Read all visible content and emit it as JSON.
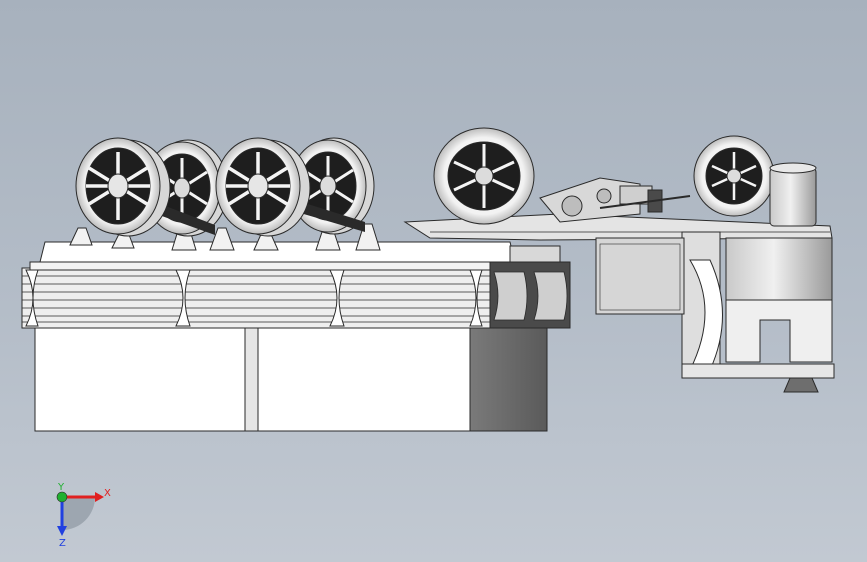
{
  "viewport": {
    "background_top": "#a7b1bd",
    "background_bottom": "#c2c9d2"
  },
  "colors": {
    "line": "#2a2a2a",
    "steel_light": "#f4f4f4",
    "steel_mid": "#dcdcdc",
    "shade_dark": "#6e6e6e",
    "tire_dark": "#1e1e1e",
    "axis_x": "#e02020",
    "axis_y": "#20b030",
    "axis_z": "#2040e0"
  },
  "triad": {
    "x_label": "X",
    "y_label": "Y",
    "z_label": "Z"
  }
}
